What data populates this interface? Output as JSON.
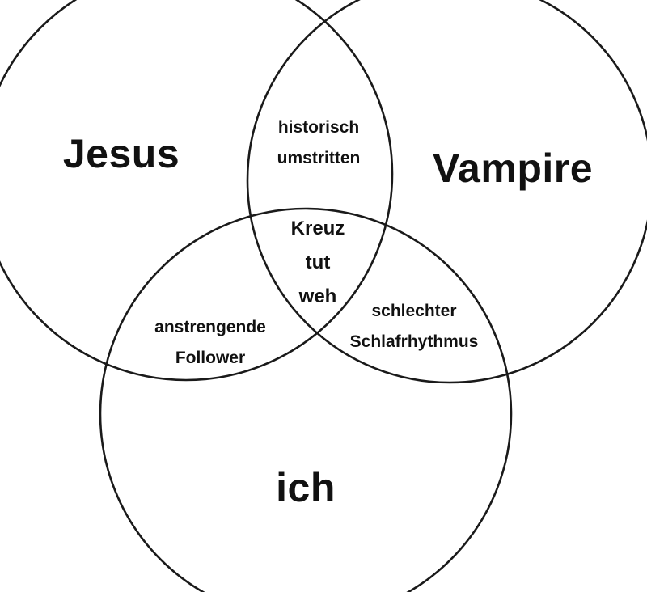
{
  "sets": {
    "jesus": "Jesus",
    "vampire": "Vampire",
    "ich": "ich"
  },
  "intersections": {
    "jesus_vampire": [
      "historisch",
      "umstritten"
    ],
    "all_three": [
      "Kreuz",
      "tut",
      "weh"
    ],
    "jesus_ich": [
      "anstrengende",
      "Follower"
    ],
    "vampire_ich": [
      "schlechter",
      "Schlafrhythmus"
    ]
  },
  "colors": {
    "stroke": "#1a1a1a",
    "text": "#111111",
    "background": "#ffffff"
  }
}
